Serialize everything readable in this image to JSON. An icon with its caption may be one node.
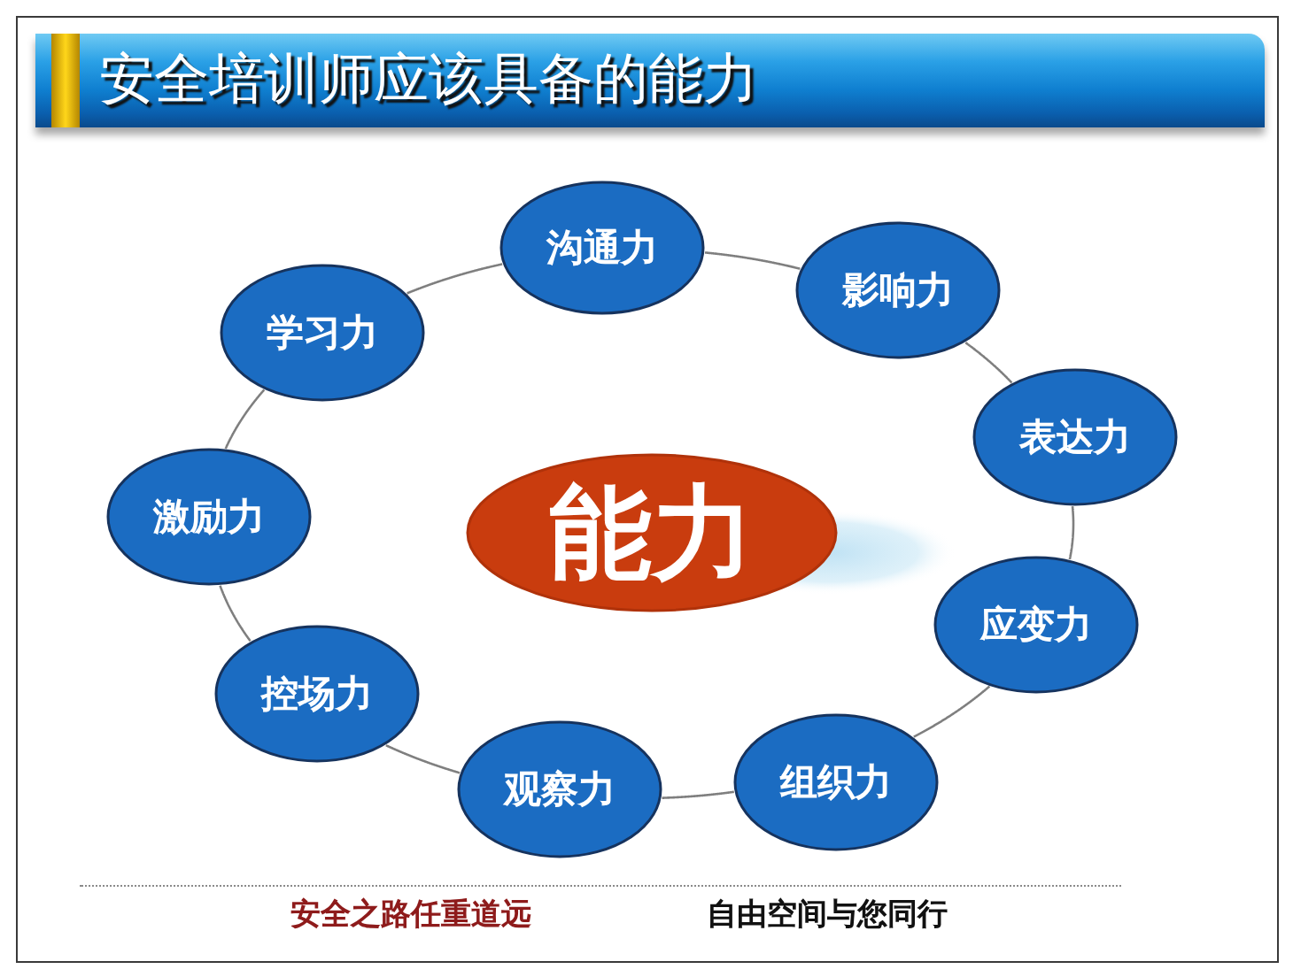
{
  "diagram": {
    "title": "安全培训师应该具备的能力",
    "nodes": [
      {
        "text": [
          "能力"
        ]
      },
      {
        "text": [
          "沟通力"
        ]
      },
      {
        "text": [
          "影响力"
        ]
      },
      {
        "text": [
          "表达力"
        ]
      },
      {
        "text": [
          "应变力"
        ]
      },
      {
        "text": [
          "组织力"
        ]
      },
      {
        "text": [
          "观察力"
        ]
      },
      {
        "text": [
          "控场力"
        ]
      },
      {
        "text": [
          "激励力"
        ]
      },
      {
        "text": [
          "学习力"
        ]
      }
    ],
    "edges": [
      {
        "from": 1,
        "to": 2,
        "arrow": "none"
      },
      {
        "from": 2,
        "to": 3,
        "arrow": "none"
      },
      {
        "from": 3,
        "to": 4,
        "arrow": "none"
      },
      {
        "from": 4,
        "to": 5,
        "arrow": "none"
      },
      {
        "from": 5,
        "to": 6,
        "arrow": "none"
      },
      {
        "from": 6,
        "to": 7,
        "arrow": "none"
      },
      {
        "from": 7,
        "to": 8,
        "arrow": "none"
      },
      {
        "from": 8,
        "to": 9,
        "arrow": "none"
      },
      {
        "from": 9,
        "to": 1,
        "arrow": "none"
      }
    ],
    "labels": [
      "安全之路任重道远",
      "自由空间与您同行"
    ]
  }
}
